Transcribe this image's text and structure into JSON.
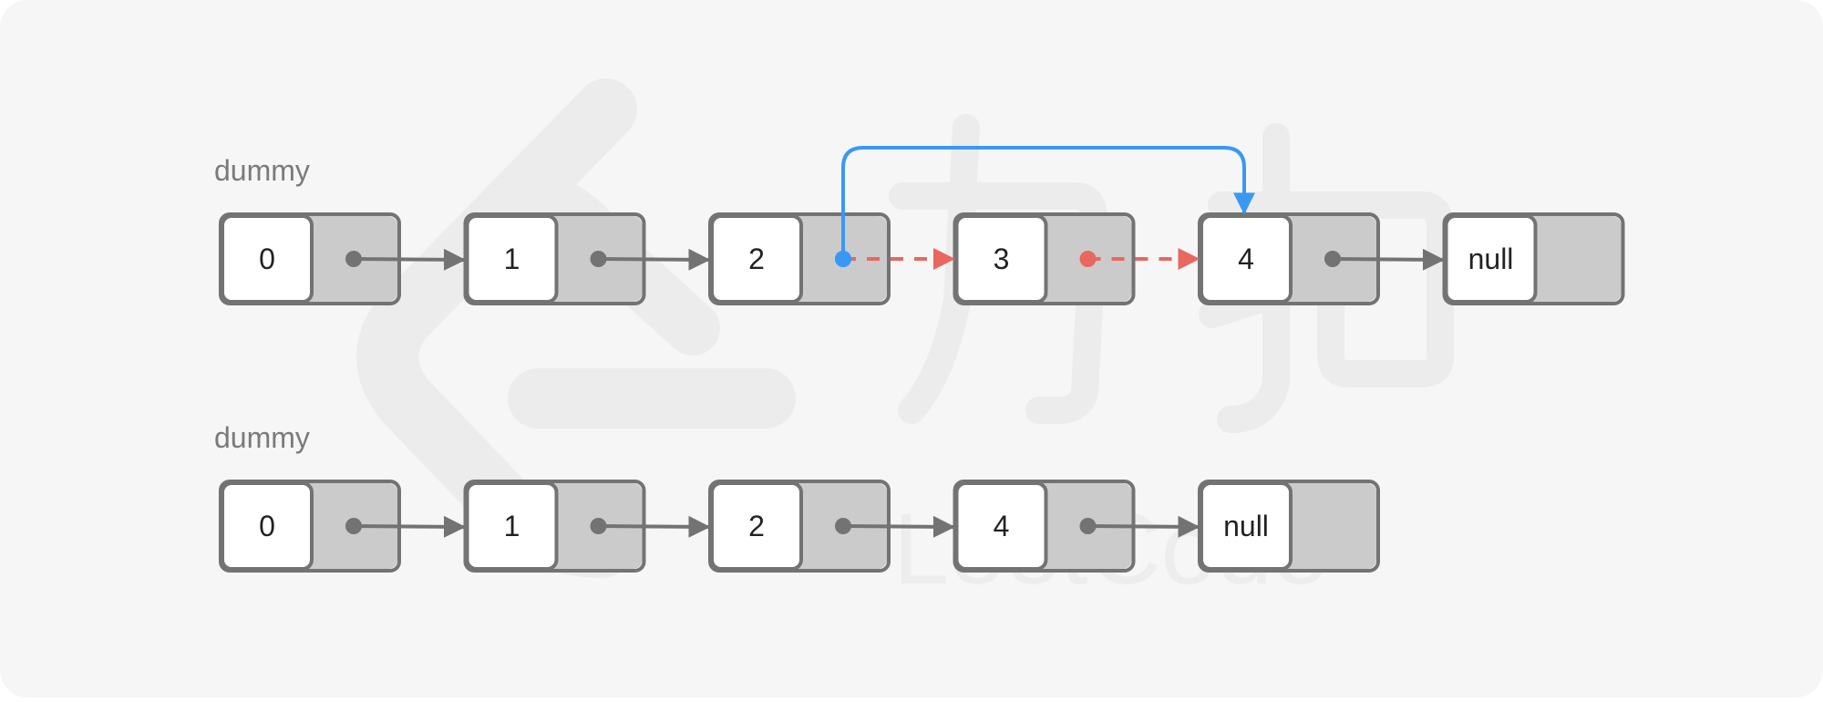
{
  "colors": {
    "background": "#f6f6f7",
    "node_border": "#737373",
    "value_cell": "#ffffff",
    "pointer_cell": "#cbcbcb",
    "arrow": "#737373",
    "new_link": "#3a98f5",
    "removed_link": "#e8675f",
    "watermark": "#ececec"
  },
  "before": {
    "label": "dummy",
    "nodes": [
      "0",
      "1",
      "2",
      "3",
      "4",
      "null"
    ]
  },
  "after": {
    "label": "dummy",
    "nodes": [
      "0",
      "1",
      "2",
      "4",
      "null"
    ]
  },
  "links": {
    "new_link": {
      "from": "2",
      "to": "4"
    },
    "removed_links": [
      {
        "from": "2",
        "to": "3"
      },
      {
        "from": "3",
        "to": "4"
      }
    ]
  },
  "watermark": {
    "icon": "leetcode-logo-icon",
    "text": "LeetCode"
  }
}
